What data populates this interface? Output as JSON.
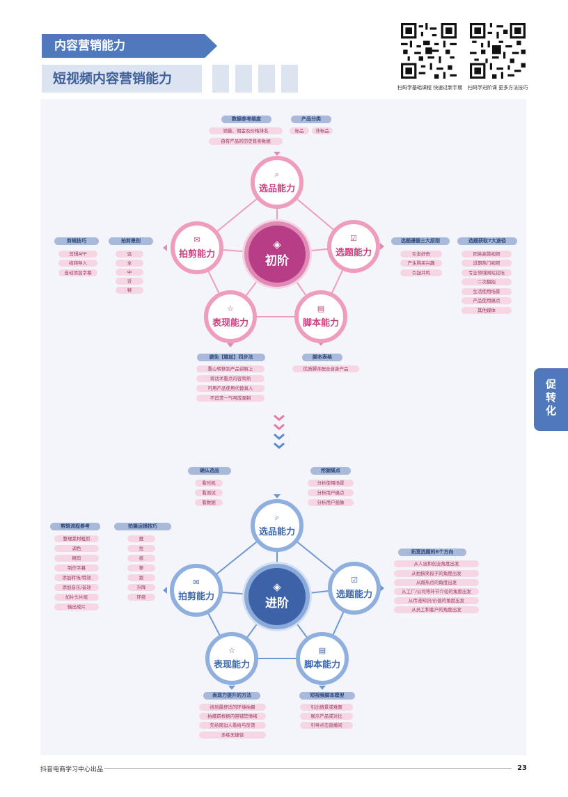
{
  "header": {
    "section_title": "内容营销能力",
    "subtitle": "短视频内容营销能力",
    "qr1_caption": "扫码学基础课程 快速过新手期",
    "qr2_caption": "扫码学进阶课 更多方法技巧"
  },
  "side_tab": {
    "label": "促转化"
  },
  "footer": {
    "publisher": "抖音电商学习中心出品",
    "page_number": "23"
  },
  "colors": {
    "accent_blue": "#4f78bd",
    "pink_center": "#b83d87",
    "blue_center": "#3e62a8",
    "pink_ring": "#ef9dbd",
    "blue_ring": "#8fb0de"
  },
  "beginner": {
    "center": {
      "label": "初阶",
      "icon": "layers-icon"
    },
    "nodes": {
      "select": {
        "label": "选品能力",
        "icon": "search-doc-icon"
      },
      "topic": {
        "label": "选题能力",
        "icon": "checkbox-icon"
      },
      "script": {
        "label": "脚本能力",
        "icon": "script-icon"
      },
      "perform": {
        "label": "表现能力",
        "icon": "star-icon"
      },
      "edit": {
        "label": "拍剪能力",
        "icon": "camera-chat-icon"
      }
    },
    "groups": {
      "data_dims": {
        "tag": "数据参考维度",
        "items": [
          "销量、佣金及价格排名",
          "自有产品的历史售卖数据"
        ]
      },
      "product_cat": {
        "tag": "产品分类",
        "items": [
          "标品",
          "非标品"
        ]
      },
      "topic_rules": {
        "tag": "选题遵循三大原则",
        "items": [
          "引发好奇",
          "产生购买兴趣",
          "引起共鸣"
        ]
      },
      "topic_ways": {
        "tag": "选题获取7大途径",
        "items": [
          "同类高赞视频",
          "近期热门视频",
          "专业领域网站论坛",
          "二次翻拍",
          "生活使用场景",
          "产品使用痛点",
          "其他媒体"
        ]
      },
      "edit_skills": {
        "tag": "剪辑技巧",
        "items": [
          "剪辑APP",
          "视频导入",
          "自动添加字幕"
        ]
      },
      "shot_scenes": {
        "tag": "拍剪景别",
        "items": [
          "远",
          "全",
          "中",
          "近",
          "特"
        ]
      },
      "avoid_steps": {
        "tag": "避免【尴尬】四步法",
        "items": [
          "重心转移到产品讲解上",
          "将话术重点内容背熟",
          "可用产品使用代替真人",
          "不追求一气呵成录制"
        ]
      },
      "script_table": {
        "tag": "脚本表格",
        "items": [
          "优质脚本配合自身产品"
        ]
      }
    }
  },
  "advanced": {
    "center": {
      "label": "进阶",
      "icon": "layers-icon"
    },
    "nodes": {
      "select": {
        "label": "选品能力",
        "icon": "search-doc-icon"
      },
      "topic": {
        "label": "选题能力",
        "icon": "checkbox-icon"
      },
      "script": {
        "label": "脚本能力",
        "icon": "script-icon"
      },
      "perform": {
        "label": "表现能力",
        "icon": "star-icon"
      },
      "edit": {
        "label": "拍剪能力",
        "icon": "camera-chat-icon"
      }
    },
    "groups": {
      "confirm_select": {
        "tag": "确认选品",
        "items": [
          "看时机",
          "看测试",
          "看数据"
        ]
      },
      "pain_points": {
        "tag": "挖掘痛点",
        "items": [
          "分析使用场景",
          "分析用户痛点",
          "分析用户画像"
        ]
      },
      "topic_dirs": {
        "tag": "拓宽选题的6个方向",
        "items": [
          "从人设和创业角度出发",
          "从拍搞笑段子的角度出发",
          "从蹭热点的角度出发",
          "从工厂/公司等环节介绍的角度出发",
          "从传递知识/价值的角度出发",
          "从员工和客户的角度出发"
        ]
      },
      "edit_flow": {
        "tag": "剪辑流程参考",
        "items": [
          "整理素材粗剪",
          "调色",
          "精剪",
          "制作字幕",
          "添加转场/特效",
          "添加音乐/音效",
          "加片头片尾",
          "输出成片"
        ]
      },
      "camera_moves": {
        "tag": "拍摄运镜技巧",
        "items": [
          "推",
          "拉",
          "摇",
          "移",
          "跟",
          "升降",
          "环绕"
        ]
      },
      "perform_methods": {
        "tag": "表现力提升的方法",
        "items": [
          "找到最舒适的环境拍摄",
          "拍摄前根据内容铺垫情绪",
          "先给周边人看给与反馈",
          "多练无捷径"
        ]
      },
      "script_model": {
        "tag": "短视频脚本模型",
        "items": [
          "引出情景或难题",
          "展示产品或对比",
          "引导点击直播间"
        ]
      }
    }
  }
}
